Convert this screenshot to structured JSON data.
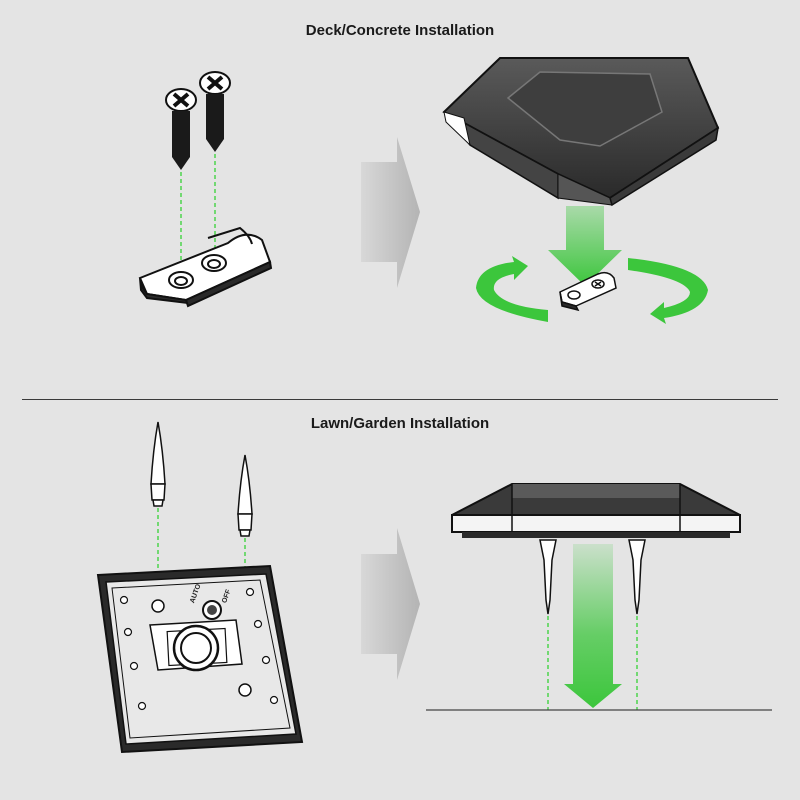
{
  "sections": {
    "deck": {
      "title": "Deck/Concrete Installation"
    },
    "lawn": {
      "title": "Lawn/Garden Installation"
    },
    "switch_labels": {
      "auto": "AUTO",
      "off": "OFF"
    }
  },
  "colors": {
    "background": "#e4e4e4",
    "accent_green": "#3cc63c",
    "guide_dash": "#4cd44c",
    "product_dark": "#2a2a2a",
    "arrow_gray": "#c4c4c4"
  },
  "icons": [
    "screw-icon",
    "ground-stake-icon",
    "rotate-arrow-icon",
    "down-arrow-icon",
    "chevron-right-icon"
  ]
}
